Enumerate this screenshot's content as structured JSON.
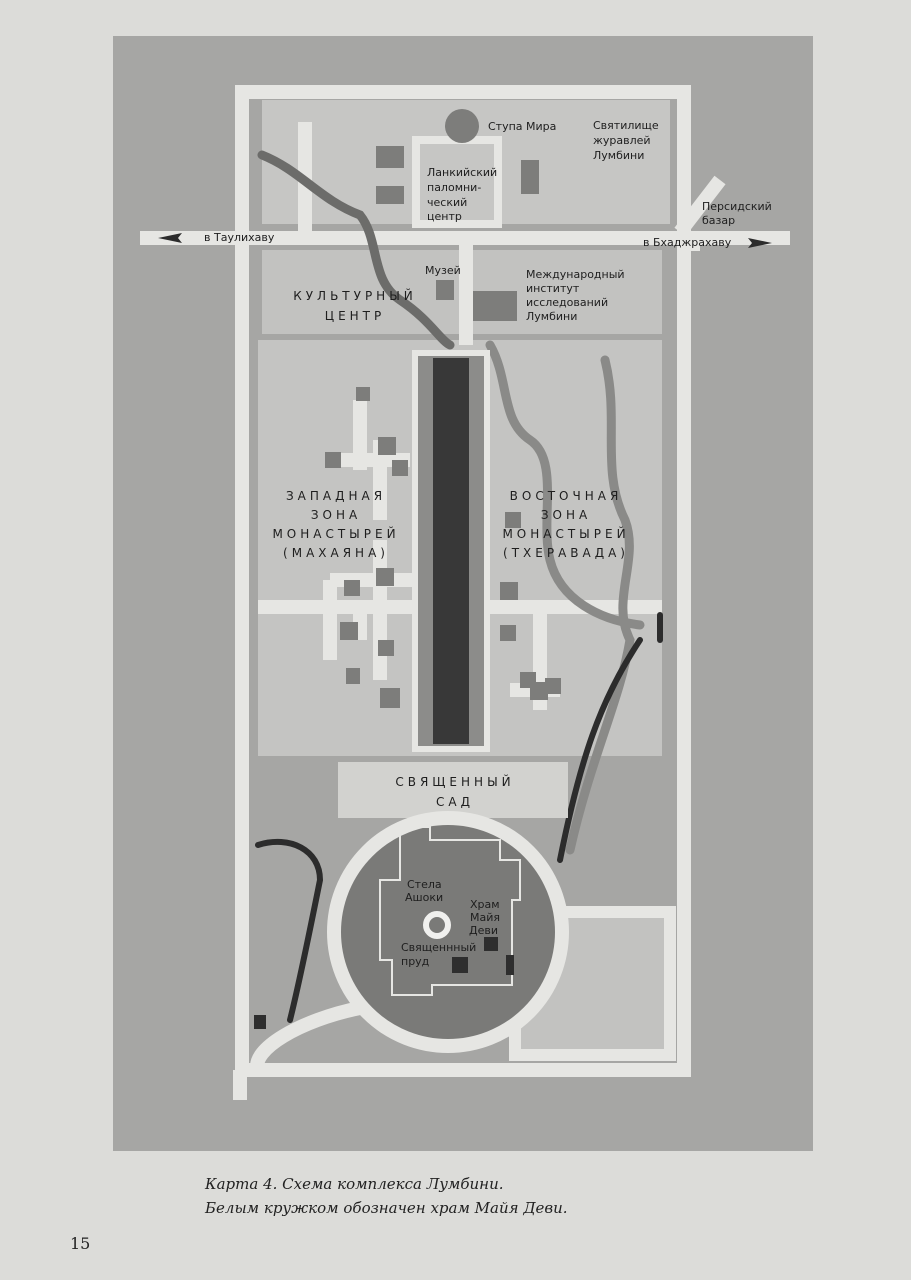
{
  "map": {
    "labels": {
      "stupa": "Ступа Мира",
      "crane": [
        "Святилище",
        "журавлей",
        "Лумбини"
      ],
      "lanka": [
        "Ланкийский",
        "паломни-",
        "ческий",
        "центр"
      ],
      "persian": [
        "Персидский",
        "базар"
      ],
      "to_west": "в Таулихаву",
      "to_east": "в Бхаджрахаву",
      "museum": "Музей",
      "institute": [
        "Международный",
        "институт",
        "исследований",
        "Лумбини"
      ],
      "culture": [
        "КУЛЬТУРНЫЙ",
        "ЦЕНТР"
      ],
      "west_zone": [
        "ЗАПАДНАЯ",
        "ЗОНА",
        "МОНАСТЫРЕЙ",
        "(МАХАЯНА)"
      ],
      "east_zone": [
        "ВОСТОЧНАЯ",
        "ЗОНА",
        "МОНАСТЫРЕЙ",
        "(ТХЕРАВАДА)"
      ],
      "garden": [
        "СВЯЩЕННЫЙ",
        "САД"
      ],
      "stela": [
        "Стела",
        "Ашоки"
      ],
      "temple": [
        "Храм",
        "Майя",
        "Деви"
      ],
      "pond": [
        "Священнный",
        "пруд"
      ]
    }
  },
  "caption": {
    "line1": "Карта 4. Схема комплекса Лумбини.",
    "line2": "Белым кружком обозначен храм Майя Деви."
  },
  "page_number": "15"
}
